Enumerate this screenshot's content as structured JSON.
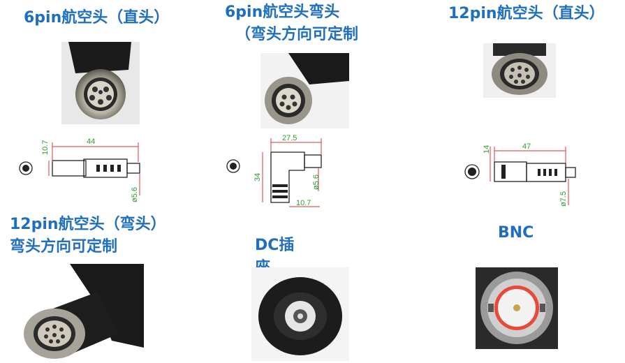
{
  "connectors": {
    "c1": {
      "title": "6pin航空头（直头）",
      "dims": [
        "10.7",
        "44",
        "ø5.6"
      ]
    },
    "c2": {
      "title_line1": "6pin航空头弯头",
      "title_line2": "（弯头方向可定制",
      "dims": [
        "27.5",
        "34",
        "ø5.6",
        "10.7"
      ]
    },
    "c3": {
      "title": "12pin航空头（直头）",
      "dims": [
        "14",
        "47",
        "ø7.5"
      ]
    },
    "c4": {
      "title_line1": "12pin航空头（弯头）",
      "title_line2": "弯头方向可定制"
    },
    "c5": {
      "title_line1": "DC插",
      "title_line2": "座"
    },
    "c6": {
      "title": "BNC"
    }
  }
}
